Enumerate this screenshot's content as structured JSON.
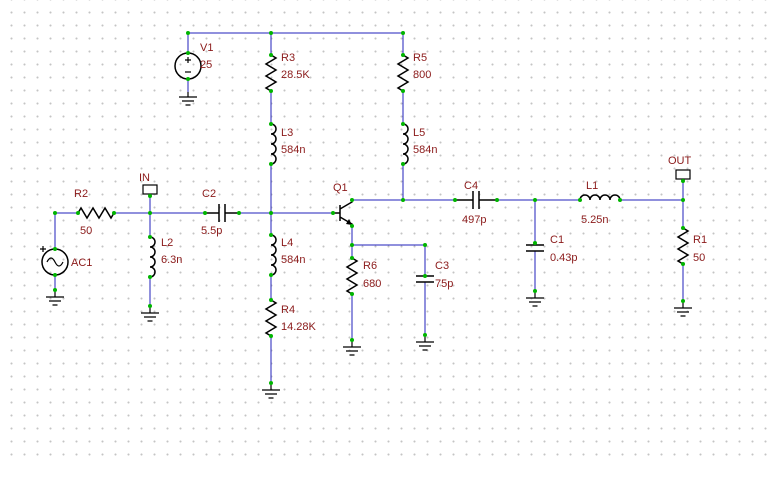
{
  "palette": {
    "wire": "#2222bb",
    "symbol": "#000000",
    "label": "#8b1a1a",
    "terminal": "#00b400",
    "grid_dot": "#c4c4c4"
  },
  "ports": {
    "in": {
      "label": "IN"
    },
    "out": {
      "label": "OUT"
    }
  },
  "components": {
    "V1": {
      "label": "V1",
      "value": "25"
    },
    "AC1": {
      "label": "AC1",
      "value": ""
    },
    "R1": {
      "label": "R1",
      "value": "50"
    },
    "R2": {
      "label": "R2",
      "value": "50"
    },
    "R3": {
      "label": "R3",
      "value": "28.5K"
    },
    "R4": {
      "label": "R4",
      "value": "14.28K"
    },
    "R5": {
      "label": "R5",
      "value": "800"
    },
    "R6": {
      "label": "R6",
      "value": "680"
    },
    "C1": {
      "label": "C1",
      "value": "0.43p"
    },
    "C2": {
      "label": "C2",
      "value": "5.5p"
    },
    "C3": {
      "label": "C3",
      "value": "75p"
    },
    "C4": {
      "label": "C4",
      "value": "497p"
    },
    "L1": {
      "label": "L1",
      "value": "5.25n"
    },
    "L2": {
      "label": "L2",
      "value": "6.3n"
    },
    "L3": {
      "label": "L3",
      "value": "584n"
    },
    "L4": {
      "label": "L4",
      "value": "584n"
    },
    "L5": {
      "label": "L5",
      "value": "584n"
    },
    "Q1": {
      "label": "Q1",
      "value": ""
    }
  }
}
